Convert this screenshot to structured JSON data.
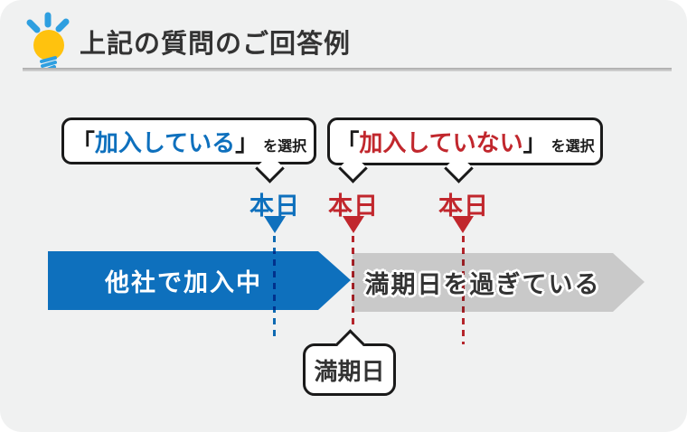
{
  "header": {
    "title": "上記の質問のご回答例"
  },
  "callouts": {
    "enrolled": {
      "open": "「",
      "label": "加入している",
      "close": "」",
      "suffix": "を選択"
    },
    "not_enrolled": {
      "open": "「",
      "label": "加入していない",
      "close": "」",
      "suffix": "を選択"
    },
    "maturity": {
      "label": "満期日"
    }
  },
  "markers": {
    "today_enrolled": "本日",
    "today_not_enrolled_1": "本日",
    "today_not_enrolled_2": "本日"
  },
  "timeline": {
    "active": "他社で加入中",
    "expired": "満期日を過ぎている"
  },
  "colors": {
    "blue": "#0e70bd",
    "red": "#c1272d",
    "bar_gray": "#c9c9c9",
    "bulb_yellow": "#ffc20e",
    "ray_blue": "#2e9fe0",
    "text_dark": "#333333",
    "border_black": "#1a1a1a",
    "card_bg": "#f0f1f1"
  }
}
